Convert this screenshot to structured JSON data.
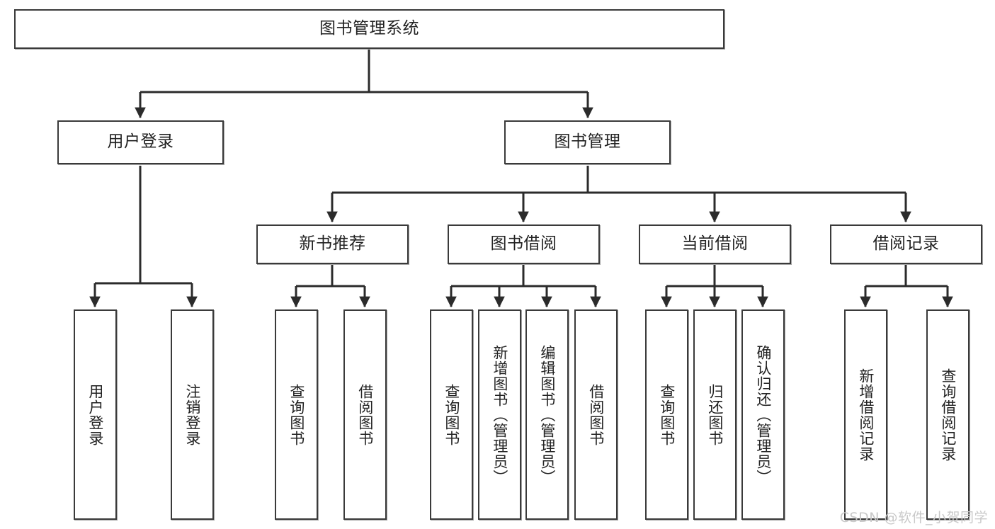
{
  "diagram": {
    "type": "tree",
    "title": "图书管理系统",
    "watermark": "CSDN @软件_小贺同学",
    "colors": {
      "box_border": "#3a3a3a",
      "box_fill": "#ffffff",
      "connector": "#2b2b2b",
      "text": "#222222",
      "watermark": "#c9c9c9"
    },
    "nodes": {
      "root": {
        "label": "图书管理系统",
        "orientation": "horizontal"
      },
      "level2": [
        {
          "label": "用户登录",
          "orientation": "horizontal"
        },
        {
          "label": "图书管理",
          "orientation": "horizontal"
        }
      ],
      "level3": [
        {
          "label": "新书推荐",
          "orientation": "horizontal"
        },
        {
          "label": "图书借阅",
          "orientation": "horizontal"
        },
        {
          "label": "当前借阅",
          "orientation": "horizontal"
        },
        {
          "label": "借阅记录",
          "orientation": "horizontal"
        }
      ],
      "leaves_user_login": [
        {
          "label": "用户登录",
          "orientation": "vertical"
        },
        {
          "label": "注销登录",
          "orientation": "vertical"
        }
      ],
      "leaves_new_books": [
        {
          "label": "查询图书",
          "orientation": "vertical"
        },
        {
          "label": "借阅图书",
          "orientation": "vertical"
        }
      ],
      "leaves_book_borrow": [
        {
          "label": "查询图书",
          "orientation": "vertical"
        },
        {
          "label": "新增图书（管理员）",
          "orientation": "vertical"
        },
        {
          "label": "编辑图书（管理员）",
          "orientation": "vertical"
        },
        {
          "label": "借阅图书",
          "orientation": "vertical"
        }
      ],
      "leaves_current_borrow": [
        {
          "label": "查询图书",
          "orientation": "vertical"
        },
        {
          "label": "归还图书",
          "orientation": "vertical"
        },
        {
          "label": "确认归还（管理员）",
          "orientation": "vertical"
        }
      ],
      "leaves_borrow_records": [
        {
          "label": "新增借阅记录",
          "orientation": "vertical"
        },
        {
          "label": "查询借阅记录",
          "orientation": "vertical"
        }
      ]
    }
  }
}
